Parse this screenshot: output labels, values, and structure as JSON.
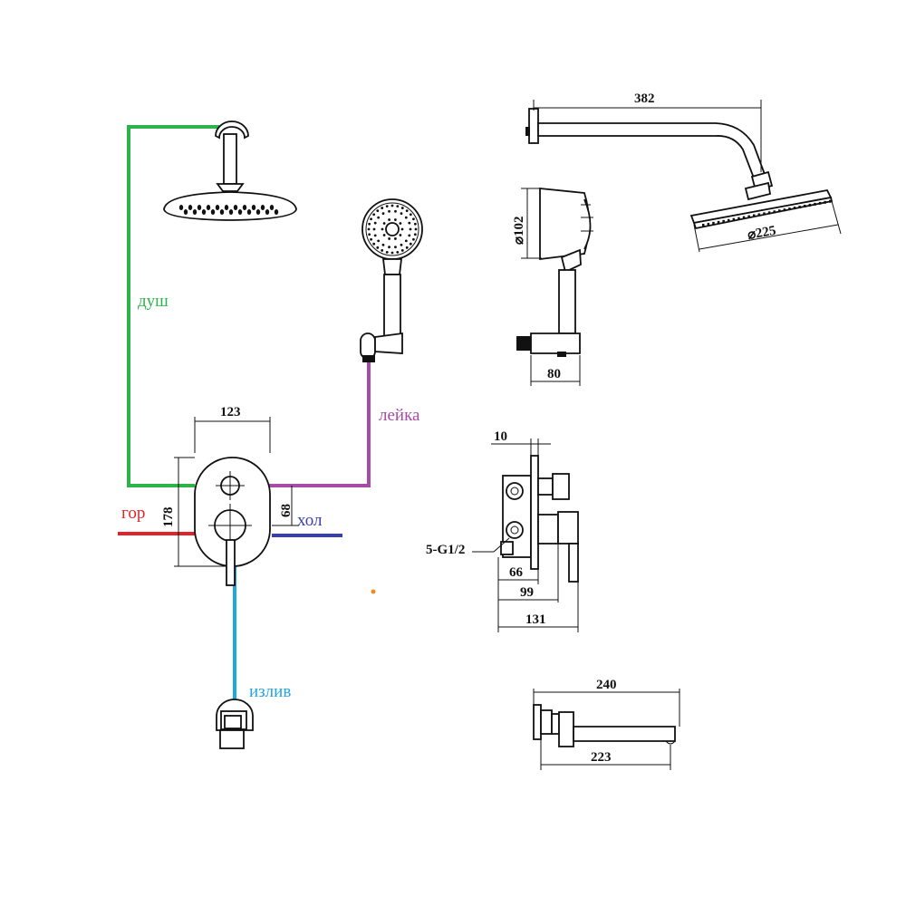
{
  "colors": {
    "shower": "#2db34a",
    "handshower": "#a64ca6",
    "hot": "#e0232a",
    "cold": "#3a3fb0",
    "spout": "#22a6df",
    "marker": "#f08a24"
  },
  "labels": {
    "shower": "душ",
    "handshower": "лейка",
    "hot": "гор",
    "cold": "хол",
    "spout": "излив"
  },
  "dimensions": {
    "panel_width": "123",
    "panel_height": "178",
    "knob_spacing": "68",
    "arm_length": "382",
    "head_diameter": "⌀225",
    "handshower_diameter": "⌀102",
    "holder_width": "80",
    "plate_thickness": "10",
    "thread": "5-G1/2",
    "depth_66": "66",
    "depth_99": "99",
    "depth_131": "131",
    "spout_240": "240",
    "spout_223": "223"
  }
}
